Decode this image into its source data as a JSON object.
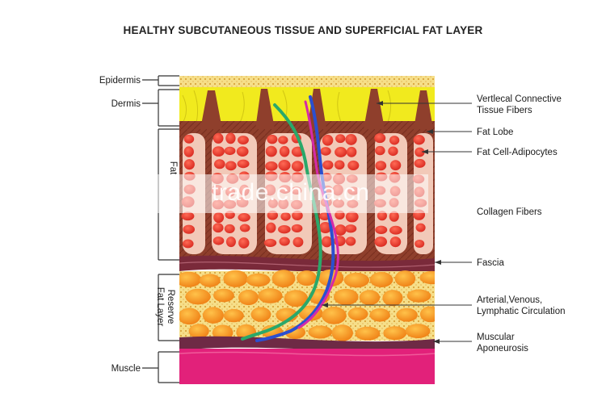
{
  "title": "HEALTHY SUBCUTANEOUS TISSUE AND SUPERFICIAL FAT LAYER",
  "left_labels": {
    "epidermis": "Epidermis",
    "dermis": "Dermis",
    "fat": "Fat",
    "reserve_fat_layer": [
      "Reserve",
      "Fat Layer"
    ],
    "muscle": "Muscle"
  },
  "right_labels": {
    "vertical_connective": [
      "Vertlecal Connective",
      "Tissue Fibers"
    ],
    "fat_lobe": "Fat Lobe",
    "fat_cell": "Fat Cell-Adipocytes",
    "collagen": "Collagen Fibers",
    "fascia": "Fascia",
    "circulation": [
      "Arterial,Venous,",
      "Lymphatic Circulation"
    ],
    "muscular_aponeurosis": [
      "Muscular",
      "Aponeurosis"
    ]
  },
  "watermark": "trade.china.cn",
  "colors": {
    "dermis_yellow": "#f1ea1e",
    "fibers_brown": "#8a3a2a",
    "fat_lobe_red": "#e23b34",
    "reserve_orange": "#f39a22",
    "muscle_pink": "#e2217a",
    "vessel_green": "#2aa86a",
    "vessel_blue": "#2b4fd0",
    "vessel_magenta": "#d52aa8"
  }
}
